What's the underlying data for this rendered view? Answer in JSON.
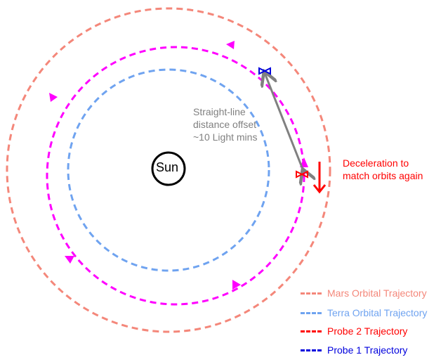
{
  "sun_label": "Sun",
  "offset_note": [
    "Straight-line",
    "distance offset",
    "~10 Light mins"
  ],
  "deceleration_note": [
    "Deceleration to",
    "match orbits again"
  ],
  "legend": [
    {
      "label": "Mars Orbital Trajectory",
      "color": "#f4877a"
    },
    {
      "label": "Terra Orbital Trajectory",
      "color": "#6fa3f0"
    },
    {
      "label": "Probe 2 Trajectory",
      "color": "#ff0000"
    },
    {
      "label": "Probe 1 Trajectory",
      "color": "#0000dd"
    }
  ],
  "colors": {
    "transfer": "#ff00ff",
    "offset_arrow": "#808080",
    "decel_arrow": "#ff0000"
  }
}
